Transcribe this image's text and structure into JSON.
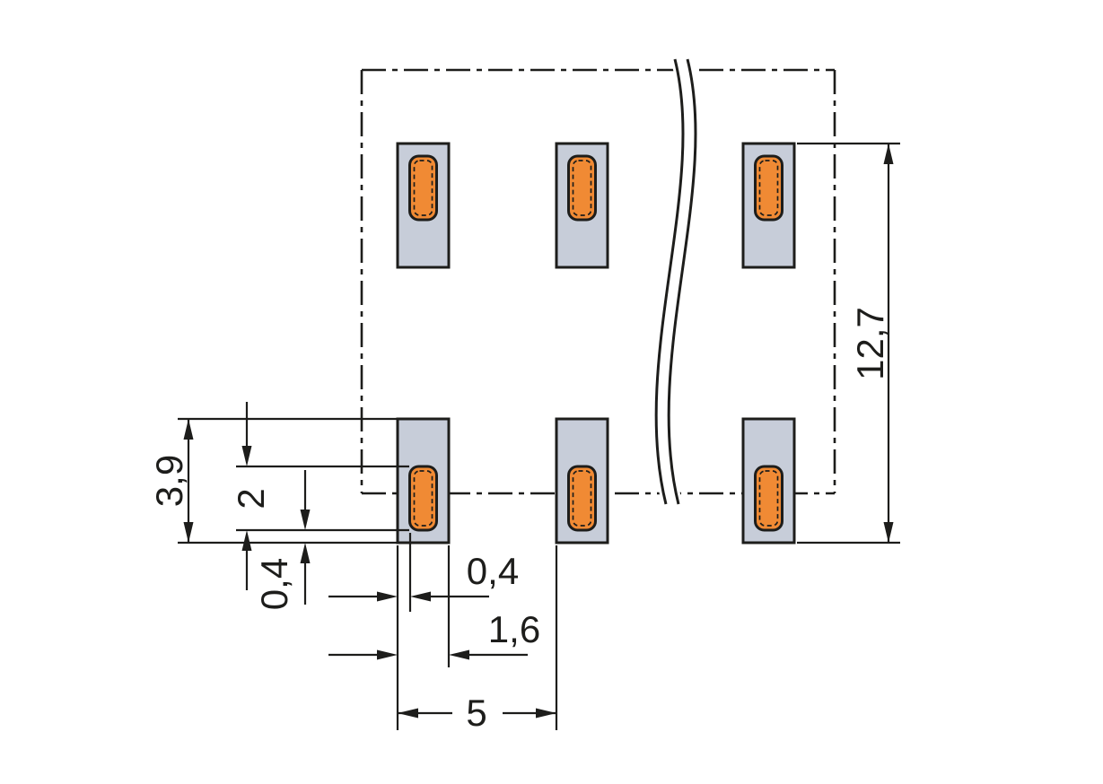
{
  "drawing": {
    "name": "smd-footprint-dimension-drawing",
    "labels": {
      "overall_height": "12,7",
      "pad_length": "3,9",
      "contact_length": "2",
      "contact_bottom_offset": "0,4",
      "contact_side_offset": "0,4",
      "pad_width": "1,6",
      "pitch": "5"
    },
    "colors": {
      "line": "#1d1d1b",
      "pad_fill": "#c7cdd9",
      "contact_fill": "#f08a34",
      "background": "#ffffff"
    },
    "pads": {
      "rows": 2,
      "visible_columns": 3
    }
  }
}
